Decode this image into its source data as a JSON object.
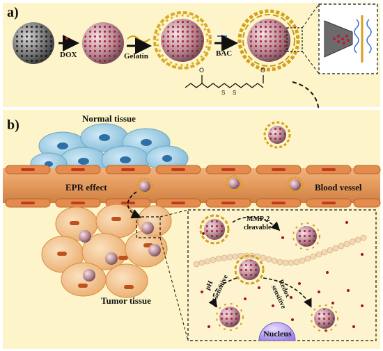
{
  "panel_a": {
    "label": "a)",
    "steps": [
      "DOX",
      "Gelatin",
      "BAC"
    ]
  },
  "panel_b": {
    "label": "b)",
    "normal_tissue": "Normal tissue",
    "epr_effect": "EPR effect",
    "blood_vessel": "Blood vessel",
    "tumor_tissue": "Tumor tissue",
    "mmp2": "MMP-2",
    "cleavable": "cleavable",
    "ph": "pH",
    "ph_sensitive": "sensitive",
    "redox": "Redox",
    "redox_sensitive": "sensitive",
    "nucleus": "Nucleus"
  },
  "colors": {
    "panel_a_bg": "#fdf5c9",
    "panel_b_bg": "#fdf5c9",
    "vessel": "#d98a4a",
    "gelatin": "#d4a017",
    "normal_cell": "#9fd0e8",
    "tumor_cell": "#f5c48a",
    "dox": "#c0182a",
    "nucleus": "#b9a6f0"
  }
}
